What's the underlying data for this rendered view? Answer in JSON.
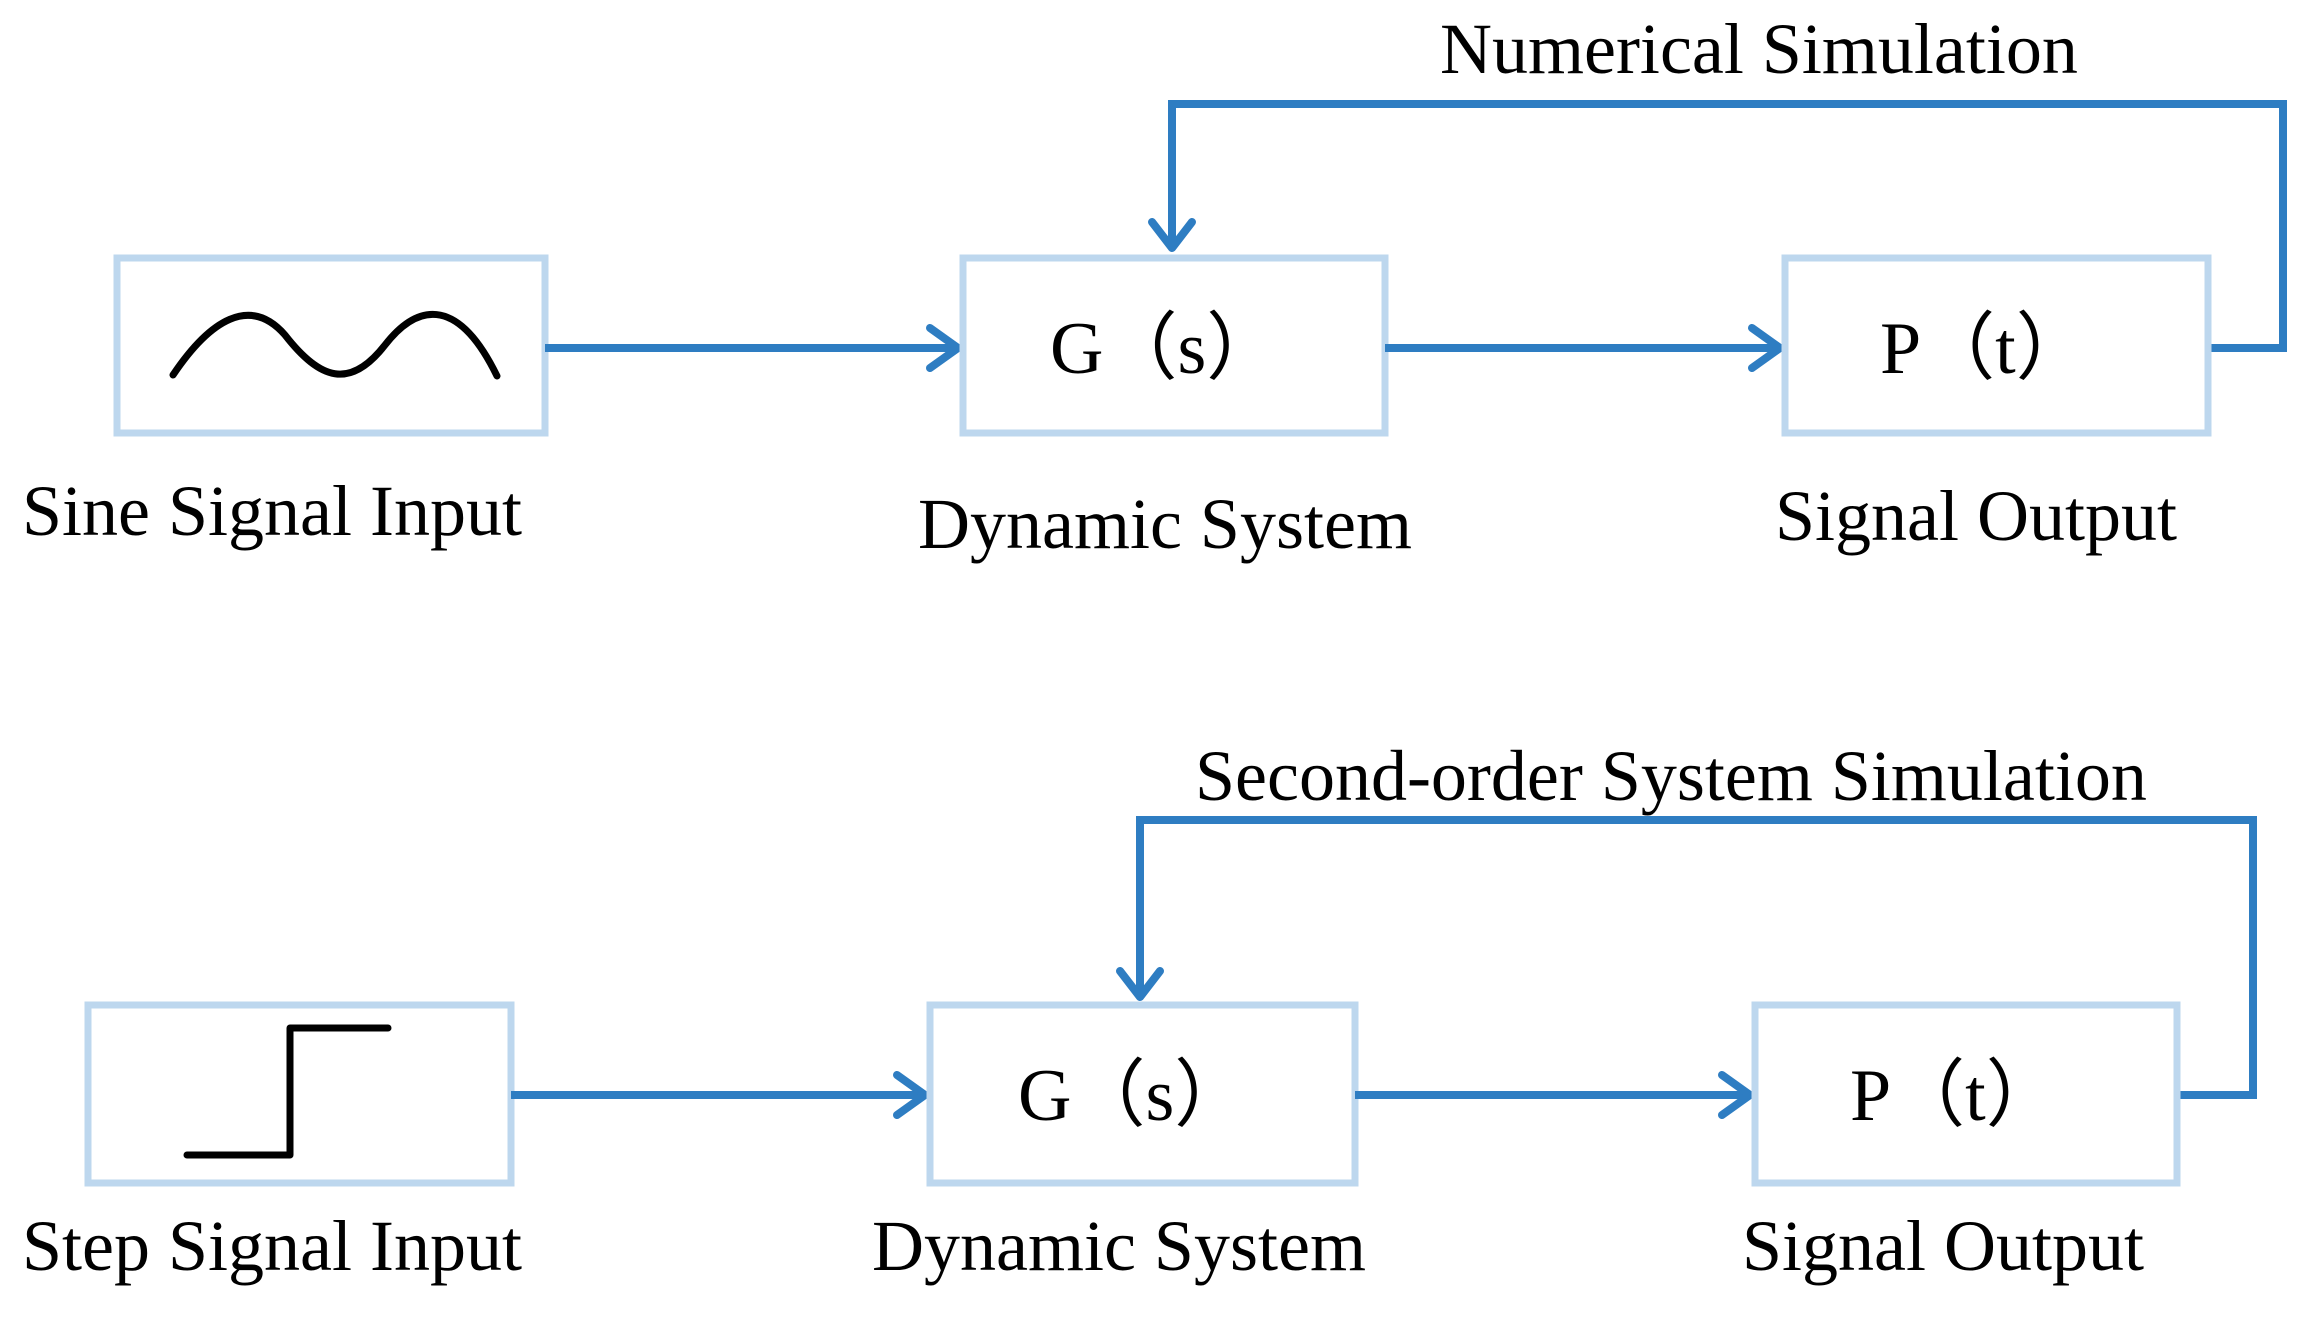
{
  "colors": {
    "arrow": "#2e7dc2",
    "box_border": "#bdd7ee",
    "text": "#000000"
  },
  "top": {
    "title": "Numerical Simulation",
    "input_label": "Sine Signal Input",
    "input_icon": "sine-wave-icon",
    "system_symbol": "G（s）",
    "system_label": "Dynamic System",
    "output_symbol": "P（t）",
    "output_label": "Signal Output"
  },
  "bottom": {
    "title": "Second-order System Simulation",
    "input_label": "Step Signal Input",
    "input_icon": "step-function-icon",
    "system_symbol": "G（s）",
    "system_label": "Dynamic System",
    "output_symbol": "P（t）",
    "output_label": "Signal Output"
  }
}
